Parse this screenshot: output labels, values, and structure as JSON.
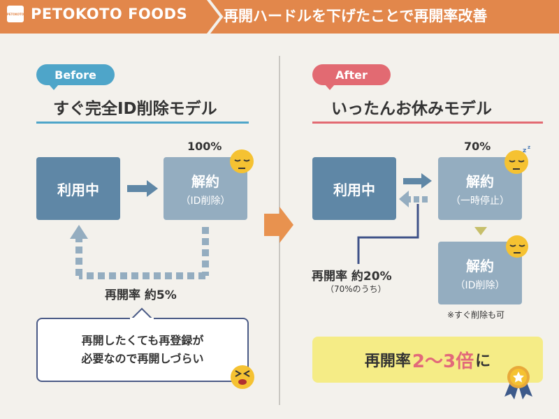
{
  "header": {
    "logo_text": "PETOKOTO",
    "brand": "PETOKOTO FOODS",
    "title": "再開ハードルを下げたことで再開率改善"
  },
  "before": {
    "tag": "Before",
    "title": "すぐ完全ID削除モデル",
    "active_label": "利用中",
    "cancel_label": "解約",
    "cancel_sub": "（ID削除）",
    "cancel_pct": "100%",
    "resume_label": "再開率 約5%",
    "complaint_line1": "再開したくても再登録が",
    "complaint_line2": "必要なので再開しづらい"
  },
  "after": {
    "tag": "After",
    "title": "いったんお休みモデル",
    "active_label": "利用中",
    "pause_label": "解約",
    "pause_sub": "（一時停止）",
    "pause_pct": "70%",
    "resume_label": "再開率 約20%",
    "resume_sub": "（70%のうち）",
    "cancel_label": "解約",
    "cancel_sub": "（ID削除）",
    "cancel_note": "※すぐ削除も可",
    "result_prefix": "再開率",
    "result_highlight": "2〜3倍",
    "result_suffix": "に"
  },
  "colors": {
    "header": "#e2874b",
    "before_accent": "#4ea5c9",
    "after_accent": "#e26a72",
    "box_dark": "#5f87a6",
    "box_light": "#94adc0",
    "result_bg": "#f5ec86",
    "arrow_orange": "#e8924f"
  },
  "icons": [
    "sleepy-face-icon",
    "sleeping-zzz-face-icon",
    "angry-face-icon",
    "medal-icon"
  ]
}
